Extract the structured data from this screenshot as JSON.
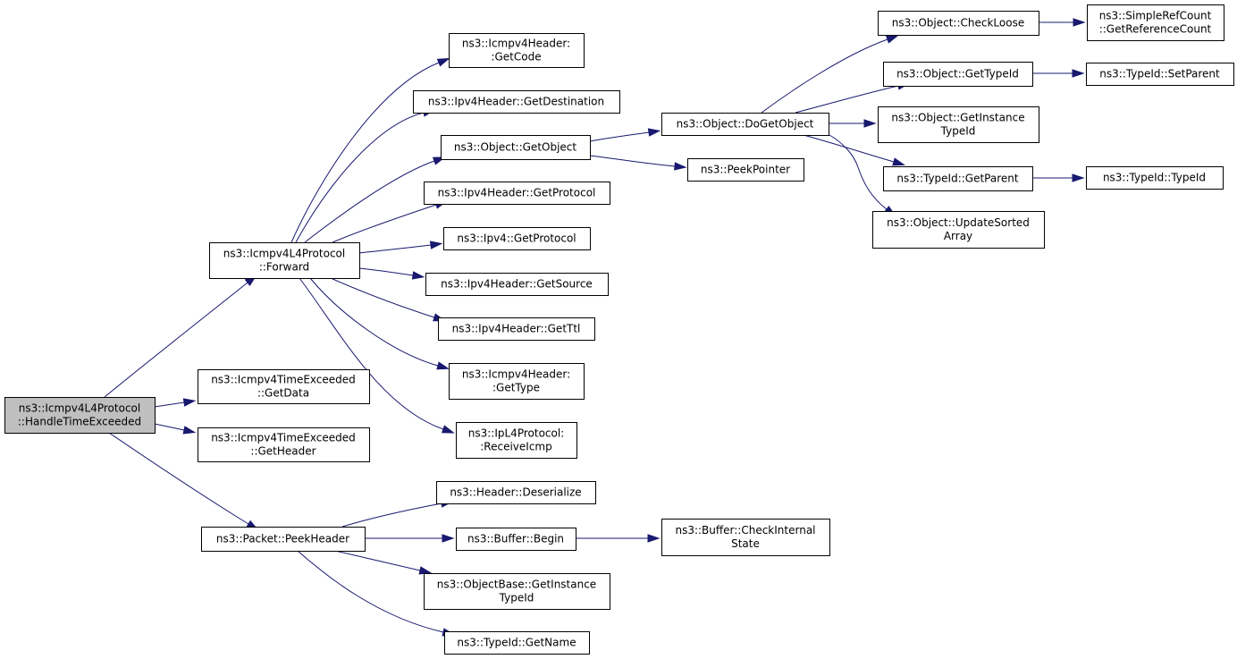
{
  "colors": {
    "edge": "#191970",
    "root_fill": "#bfbfbf",
    "node_fill": "#ffffff",
    "border": "#000000",
    "text": "#000000"
  },
  "nodes": [
    {
      "id": "root",
      "lines": [
        "ns3::Icmpv4L4Protocol",
        "::HandleTimeExceeded"
      ],
      "highlight": true
    },
    {
      "id": "forward",
      "lines": [
        "ns3::Icmpv4L4Protocol",
        "::Forward"
      ]
    },
    {
      "id": "te_getdata",
      "lines": [
        "ns3::Icmpv4TimeExceeded",
        "::GetData"
      ]
    },
    {
      "id": "te_getheader",
      "lines": [
        "ns3::Icmpv4TimeExceeded",
        "::GetHeader"
      ]
    },
    {
      "id": "peekheader",
      "lines": [
        "ns3::Packet::PeekHeader"
      ]
    },
    {
      "id": "getcode",
      "lines": [
        "ns3::Icmpv4Header:",
        ":GetCode"
      ]
    },
    {
      "id": "getdestination",
      "lines": [
        "ns3::Ipv4Header::GetDestination"
      ]
    },
    {
      "id": "getobject",
      "lines": [
        "ns3::Object::GetObject"
      ]
    },
    {
      "id": "ipv4h_getprotocol",
      "lines": [
        "ns3::Ipv4Header::GetProtocol"
      ]
    },
    {
      "id": "ipv4_getprotocol",
      "lines": [
        "ns3::Ipv4::GetProtocol"
      ]
    },
    {
      "id": "getsource",
      "lines": [
        "ns3::Ipv4Header::GetSource"
      ]
    },
    {
      "id": "getttl",
      "lines": [
        "ns3::Ipv4Header::GetTtl"
      ]
    },
    {
      "id": "gettype",
      "lines": [
        "ns3::Icmpv4Header:",
        ":GetType"
      ]
    },
    {
      "id": "receiveicmp",
      "lines": [
        "ns3::IpL4Protocol:",
        ":ReceiveIcmp"
      ]
    },
    {
      "id": "deserialize",
      "lines": [
        "ns3::Header::Deserialize"
      ]
    },
    {
      "id": "buffer_begin",
      "lines": [
        "ns3::Buffer::Begin"
      ]
    },
    {
      "id": "ob_getinstancetypeid",
      "lines": [
        "ns3::ObjectBase::GetInstance",
        "TypeId"
      ]
    },
    {
      "id": "typeid_getname",
      "lines": [
        "ns3::TypeId::GetName"
      ]
    },
    {
      "id": "dogetobject",
      "lines": [
        "ns3::Object::DoGetObject"
      ]
    },
    {
      "id": "peekpointer",
      "lines": [
        "ns3::PeekPointer"
      ]
    },
    {
      "id": "checkinternalstate",
      "lines": [
        "ns3::Buffer::CheckInternal",
        "State"
      ]
    },
    {
      "id": "checkloose",
      "lines": [
        "ns3::Object::CheckLoose"
      ]
    },
    {
      "id": "obj_gettypeid",
      "lines": [
        "ns3::Object::GetTypeId"
      ]
    },
    {
      "id": "obj_getinstancetypeid",
      "lines": [
        "ns3::Object::GetInstance",
        "TypeId"
      ]
    },
    {
      "id": "getparent",
      "lines": [
        "ns3::TypeId::GetParent"
      ]
    },
    {
      "id": "updatesortedarray",
      "lines": [
        "ns3::Object::UpdateSorted",
        "Array"
      ]
    },
    {
      "id": "getreferencecount",
      "lines": [
        "ns3::SimpleRefCount",
        "::GetReferenceCount"
      ]
    },
    {
      "id": "setparent",
      "lines": [
        "ns3::TypeId::SetParent"
      ]
    },
    {
      "id": "typeid_typeid",
      "lines": [
        "ns3::TypeId::TypeId"
      ]
    }
  ],
  "edges": [
    {
      "from": "root",
      "to": "forward"
    },
    {
      "from": "root",
      "to": "te_getdata"
    },
    {
      "from": "root",
      "to": "te_getheader"
    },
    {
      "from": "root",
      "to": "peekheader"
    },
    {
      "from": "forward",
      "to": "getcode"
    },
    {
      "from": "forward",
      "to": "getdestination"
    },
    {
      "from": "forward",
      "to": "getobject"
    },
    {
      "from": "forward",
      "to": "ipv4h_getprotocol"
    },
    {
      "from": "forward",
      "to": "ipv4_getprotocol"
    },
    {
      "from": "forward",
      "to": "getsource"
    },
    {
      "from": "forward",
      "to": "getttl"
    },
    {
      "from": "forward",
      "to": "gettype"
    },
    {
      "from": "forward",
      "to": "receiveicmp"
    },
    {
      "from": "getobject",
      "to": "dogetobject"
    },
    {
      "from": "getobject",
      "to": "peekpointer"
    },
    {
      "from": "dogetobject",
      "to": "checkloose"
    },
    {
      "from": "dogetobject",
      "to": "obj_gettypeid"
    },
    {
      "from": "dogetobject",
      "to": "obj_getinstancetypeid"
    },
    {
      "from": "dogetobject",
      "to": "getparent"
    },
    {
      "from": "dogetobject",
      "to": "updatesortedarray"
    },
    {
      "from": "checkloose",
      "to": "getreferencecount"
    },
    {
      "from": "obj_gettypeid",
      "to": "setparent"
    },
    {
      "from": "getparent",
      "to": "typeid_typeid"
    },
    {
      "from": "peekheader",
      "to": "deserialize"
    },
    {
      "from": "peekheader",
      "to": "buffer_begin"
    },
    {
      "from": "peekheader",
      "to": "ob_getinstancetypeid"
    },
    {
      "from": "peekheader",
      "to": "typeid_getname"
    },
    {
      "from": "buffer_begin",
      "to": "checkinternalstate"
    }
  ]
}
